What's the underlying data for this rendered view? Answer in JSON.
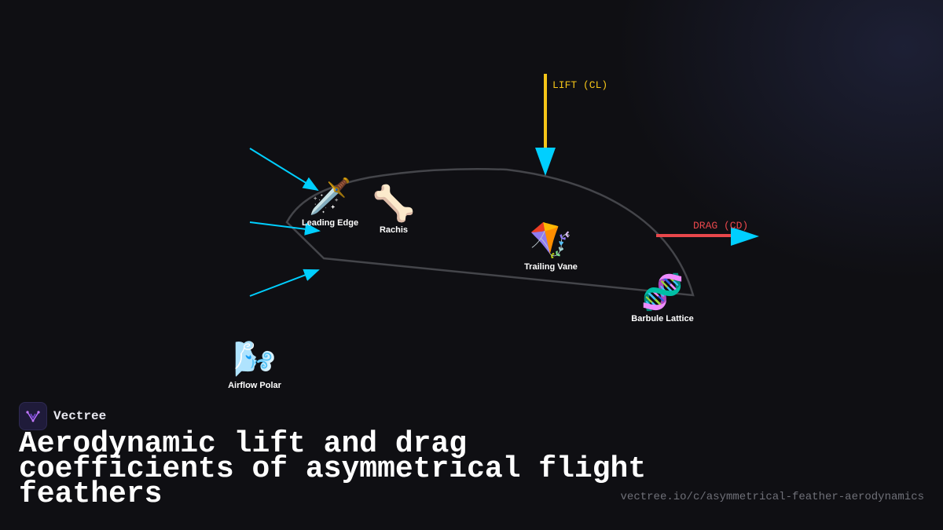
{
  "brand": {
    "name": "Vectree"
  },
  "title": "Aerodynamic lift and drag coefficients of asymmetrical flight feathers",
  "url": "vectree.io/c/asymmetrical-feather-aerodynamics",
  "forces": {
    "lift": {
      "label": "LIFT (CL)",
      "color": "#f5c518"
    },
    "drag": {
      "label": "DRAG (CD)",
      "color": "#e8474b"
    }
  },
  "colors": {
    "airflow_arrow": "#00cfff",
    "outline": "#44454a",
    "background": "#0f0f13"
  },
  "nodes": [
    {
      "label": "Leading Edge",
      "icon": "sword-icon",
      "glyph": "🗡️"
    },
    {
      "label": "Rachis",
      "icon": "bone-icon",
      "glyph": "🦴"
    },
    {
      "label": "Trailing Vane",
      "icon": "kite-icon",
      "glyph": "🪁"
    },
    {
      "label": "Barbule Lattice",
      "icon": "dna-icon",
      "glyph": "🧬"
    },
    {
      "label": "Airflow Polar",
      "icon": "wind-icon",
      "glyph": "🌬️"
    }
  ]
}
